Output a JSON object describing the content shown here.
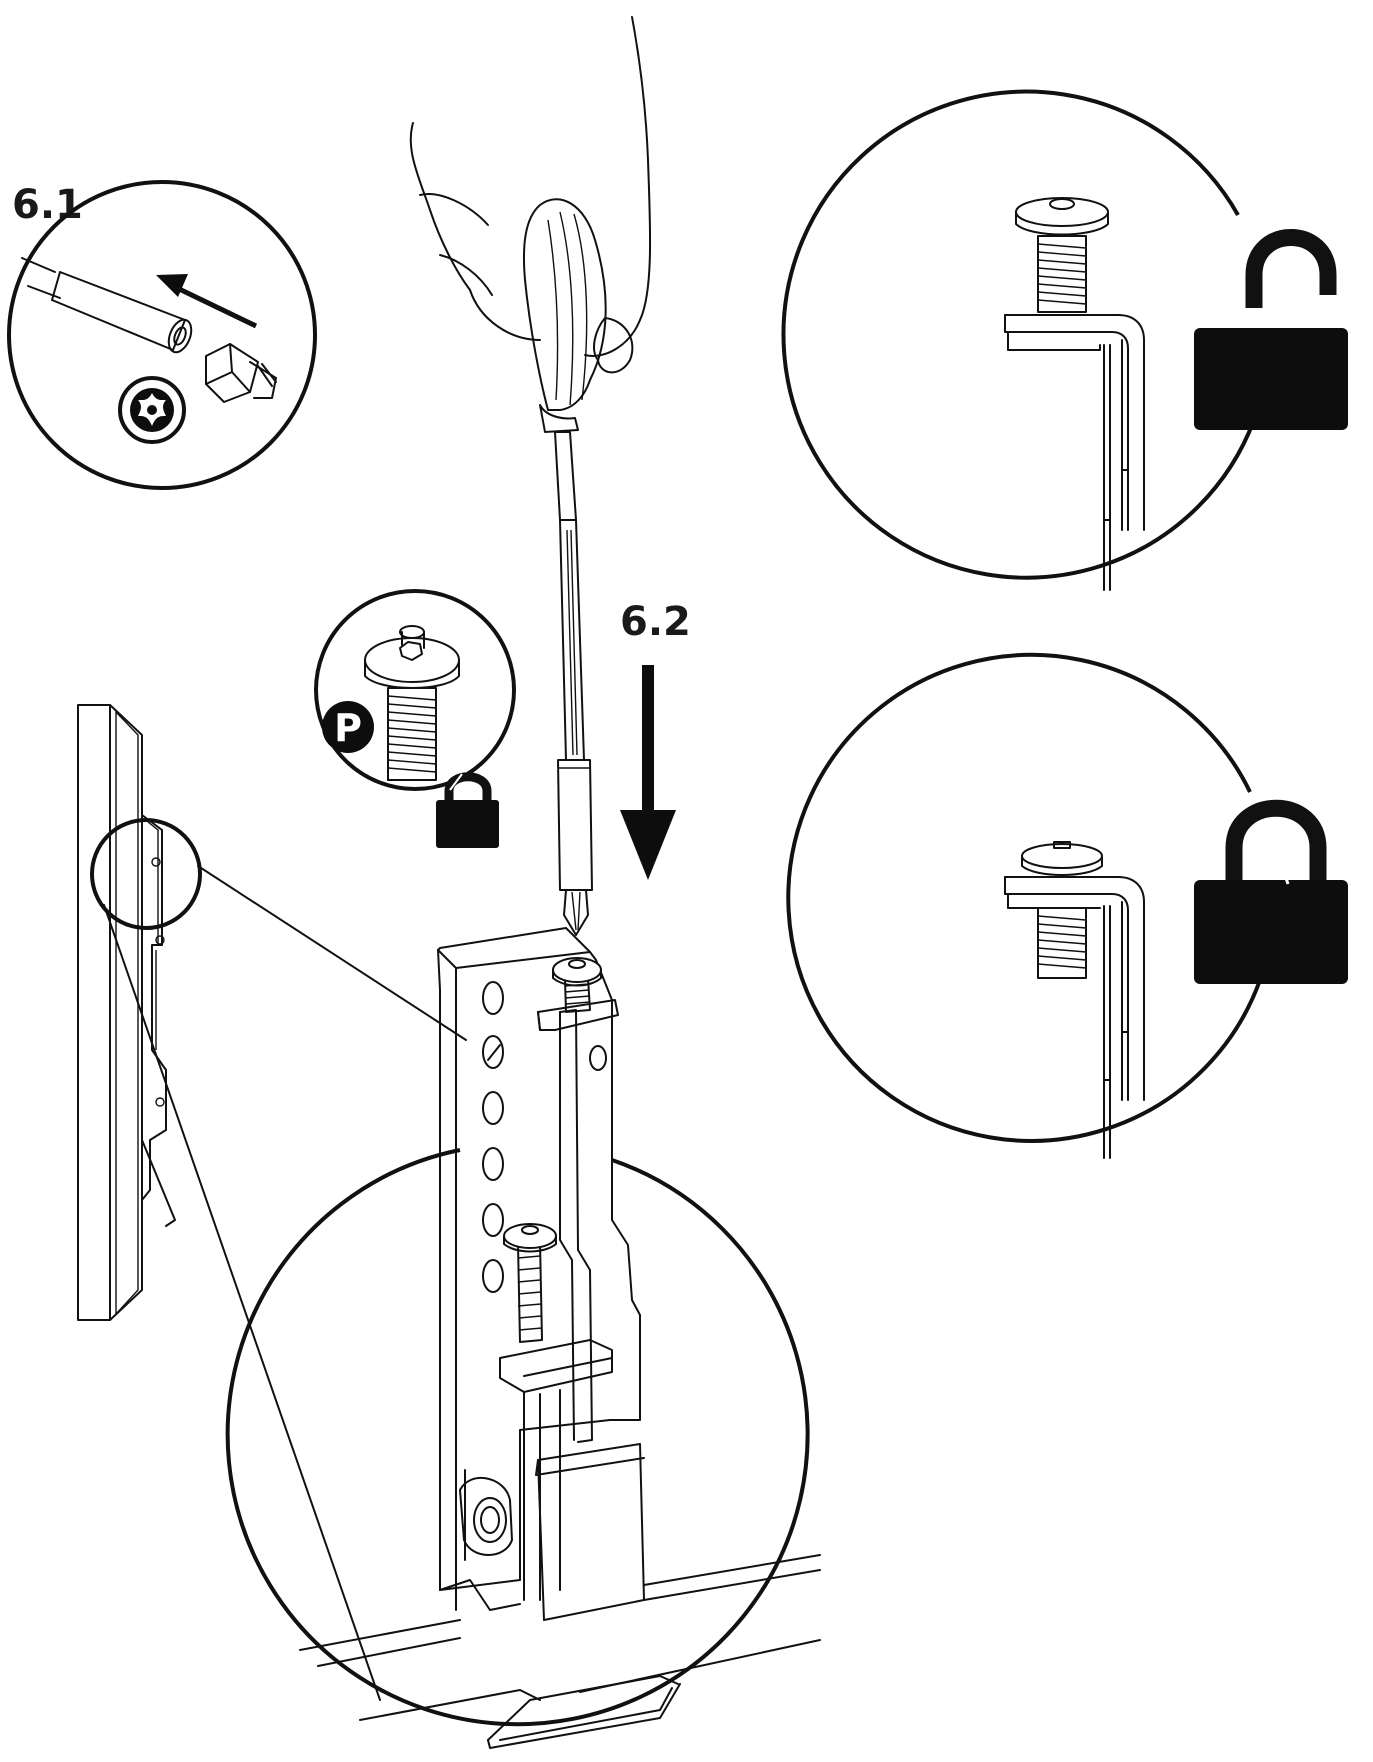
{
  "steps": {
    "step_1": {
      "label": "6.1"
    },
    "step_2": {
      "label": "6.2"
    }
  },
  "screw_badge": {
    "letter": "P"
  },
  "icons": {
    "bit_direction": "arrow-left-up-icon",
    "torx": "torx-icon",
    "insert_direction": "arrow-down-icon",
    "unlocked": "padlock-open-icon",
    "locked": "padlock-closed-icon"
  },
  "colors": {
    "ink": "#111111",
    "paper": "#ffffff"
  }
}
